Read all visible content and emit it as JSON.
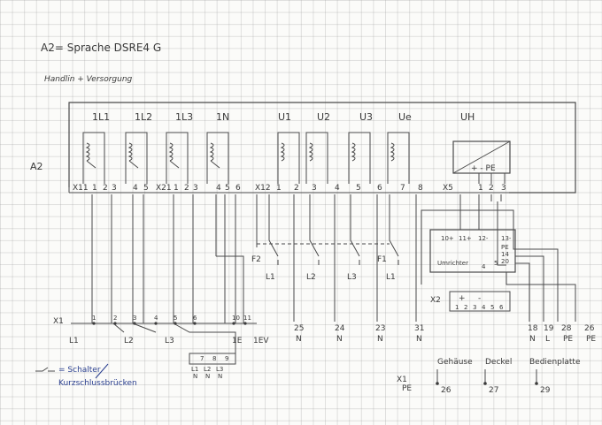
{
  "title": "A2= Sprache DSRE4 G",
  "subtitle": "Handlin + Versorgung",
  "unit_label": "A2",
  "module_labels": [
    "1L1",
    "1L2",
    "1L3",
    "1N",
    "U1",
    "U2",
    "U3",
    "Ue",
    "UH"
  ],
  "terminal_labels": [
    "X11",
    "1",
    "2",
    "3",
    "4",
    "5",
    "X21",
    "1",
    "2",
    "3",
    "4",
    "5",
    "6",
    "X12",
    "1",
    "2",
    "3",
    "4",
    "5",
    "6",
    "7",
    "8",
    "X5",
    "1",
    "2",
    "3"
  ],
  "uh_supply_label": "+ - PE",
  "switch_labels": [
    "F2",
    "F1"
  ],
  "switch_line_labels": [
    "L1",
    "L2",
    "L3",
    "L1"
  ],
  "x1_label": "X1",
  "x1_terminals": [
    "1",
    "2",
    "3",
    "4",
    "5",
    "6",
    "10",
    "11"
  ],
  "x1_phase_labels": [
    "L1",
    "L2",
    "L3",
    "1E",
    "1EV"
  ],
  "x1_bridge_numbers": [
    "7",
    "8",
    "9"
  ],
  "x1_bridge_labels": [
    "L1",
    "L2",
    "L3"
  ],
  "x1_bridge_sub": [
    "N",
    "N",
    "N"
  ],
  "output_numbers": [
    "25",
    "24",
    "23",
    "31",
    "18",
    "19",
    "28",
    "26"
  ],
  "output_labels": [
    "N",
    "N",
    "N",
    "N",
    "N",
    "L",
    "PE",
    "PE"
  ],
  "relay_block": {
    "top_labels": [
      "10+",
      "11+",
      "12-",
      "13-"
    ],
    "side_labels": [
      "PE",
      "14",
      "20"
    ],
    "inner_label": "Umrichter",
    "inner_nums": [
      "4",
      "5"
    ]
  },
  "x2": {
    "label": "X2",
    "signs": [
      "+",
      "-"
    ],
    "terminals": [
      "1",
      "2",
      "3",
      "4",
      "5",
      "6"
    ]
  },
  "legend": {
    "symbol_text": "= Schalter",
    "sub_text": "Kurzschlussbrücken"
  },
  "housing": {
    "labels": [
      "Gehäuse",
      "Deckel",
      "Bedienplatte"
    ],
    "x1_label": "X1",
    "pe_label": "PE",
    "numbers": [
      "26",
      "27",
      "29"
    ]
  },
  "colors": {
    "ink": "#3a3a3a",
    "blue_ink": "#2a3f8f",
    "grid": "#969696"
  }
}
